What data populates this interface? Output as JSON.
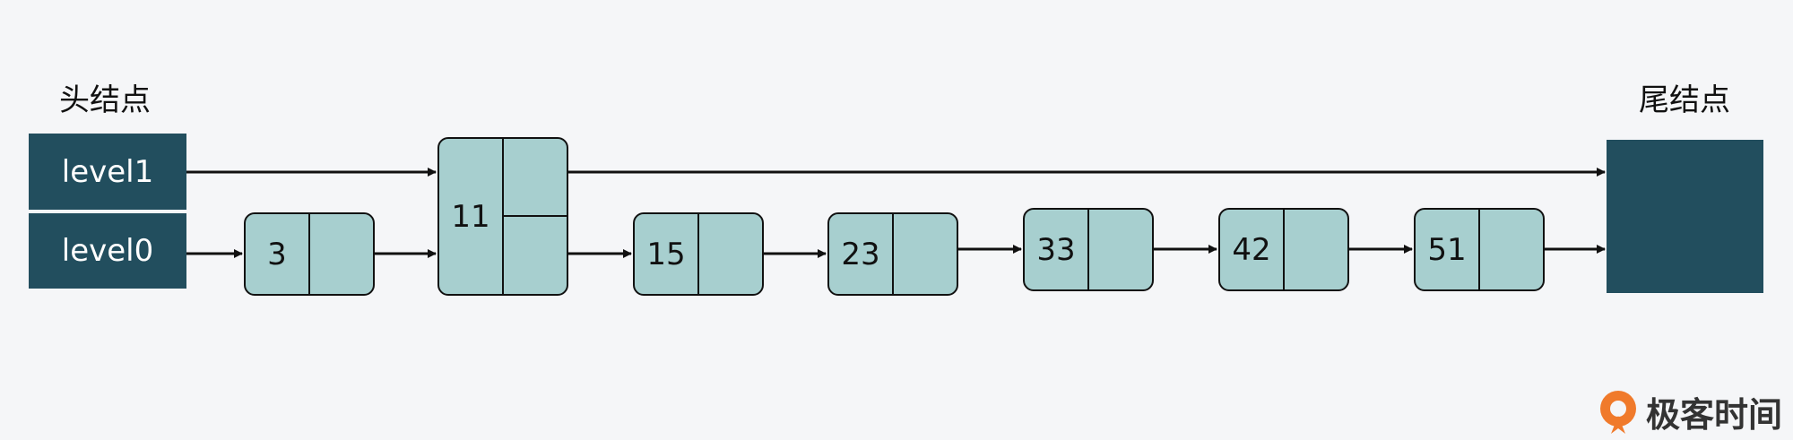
{
  "labels": {
    "head": "头结点",
    "tail": "尾结点"
  },
  "head": {
    "level1": "level1",
    "level0": "level0"
  },
  "nodes": [
    {
      "value": "3"
    },
    {
      "value": "11"
    },
    {
      "value": "15"
    },
    {
      "value": "23"
    },
    {
      "value": "33"
    },
    {
      "value": "42"
    },
    {
      "value": "51"
    }
  ],
  "logo": {
    "text": "极客时间"
  },
  "colors": {
    "header": "#224e5e",
    "node": "#a7cfcf",
    "background": "#f5f6f8"
  }
}
